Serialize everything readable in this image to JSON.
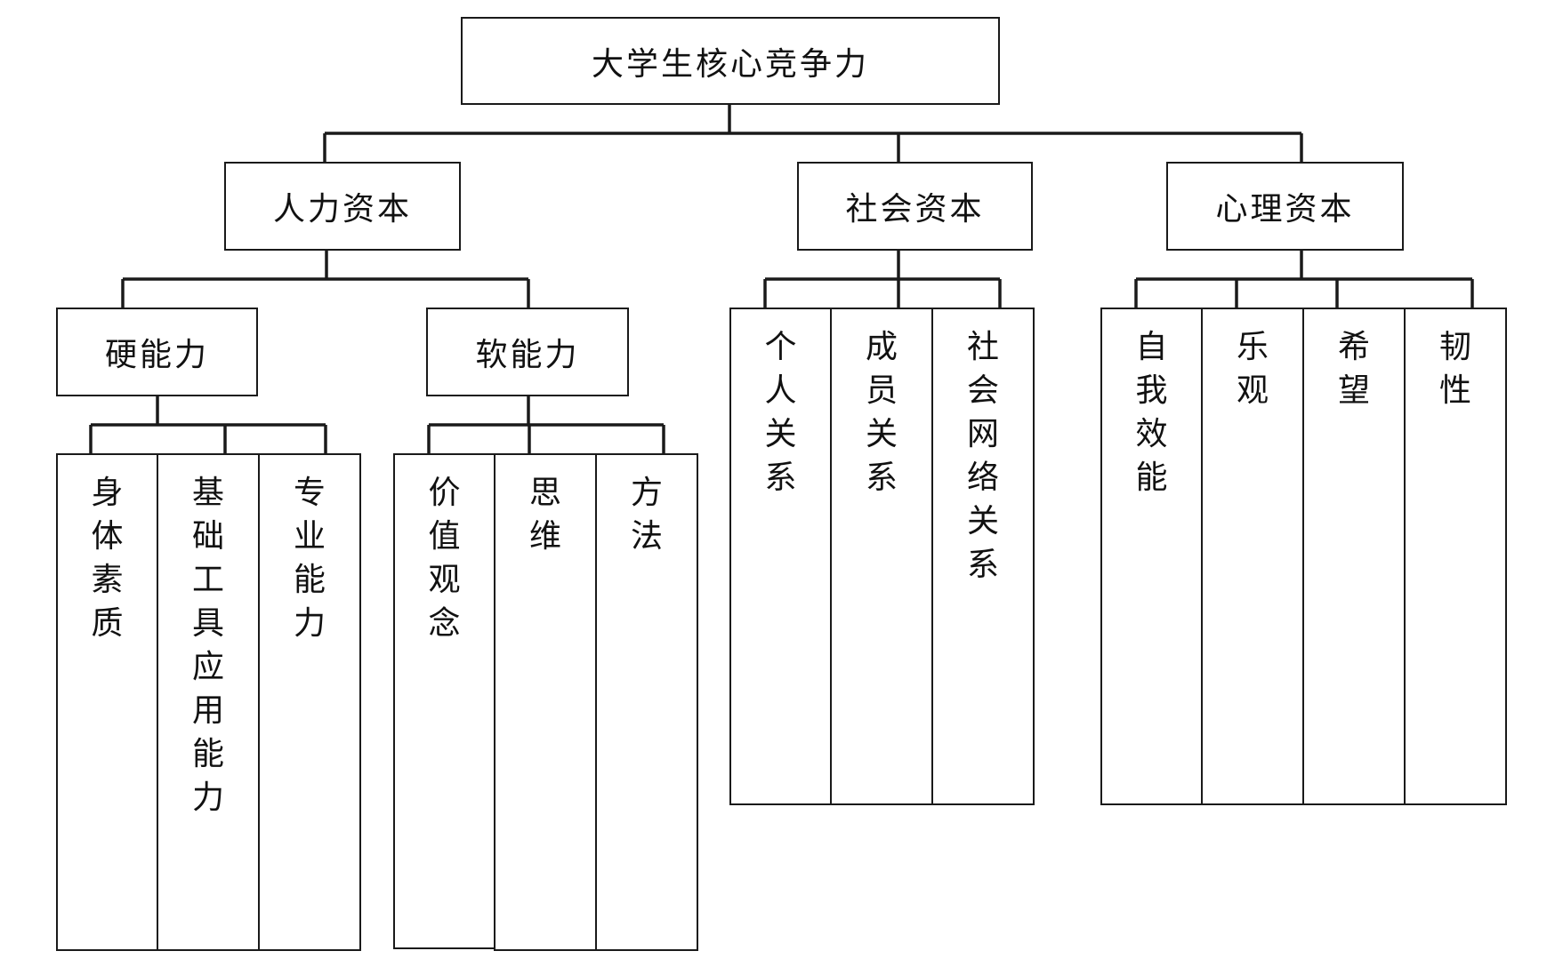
{
  "root": "大学生核心竞争力",
  "level1": [
    "人力资本",
    "社会资本",
    "心理资本"
  ],
  "human_capital_groups": [
    "硬能力",
    "软能力"
  ],
  "hard_skills": [
    "身体素质",
    "基础工具应用能力",
    "专业能力"
  ],
  "soft_skills": [
    "价值观念",
    "思维",
    "方法"
  ],
  "social_capital": [
    "个人关系",
    "成员关系",
    "社会网络关系"
  ],
  "psychological_capital": [
    "自我效能",
    "乐观",
    "希望",
    "韧性"
  ]
}
